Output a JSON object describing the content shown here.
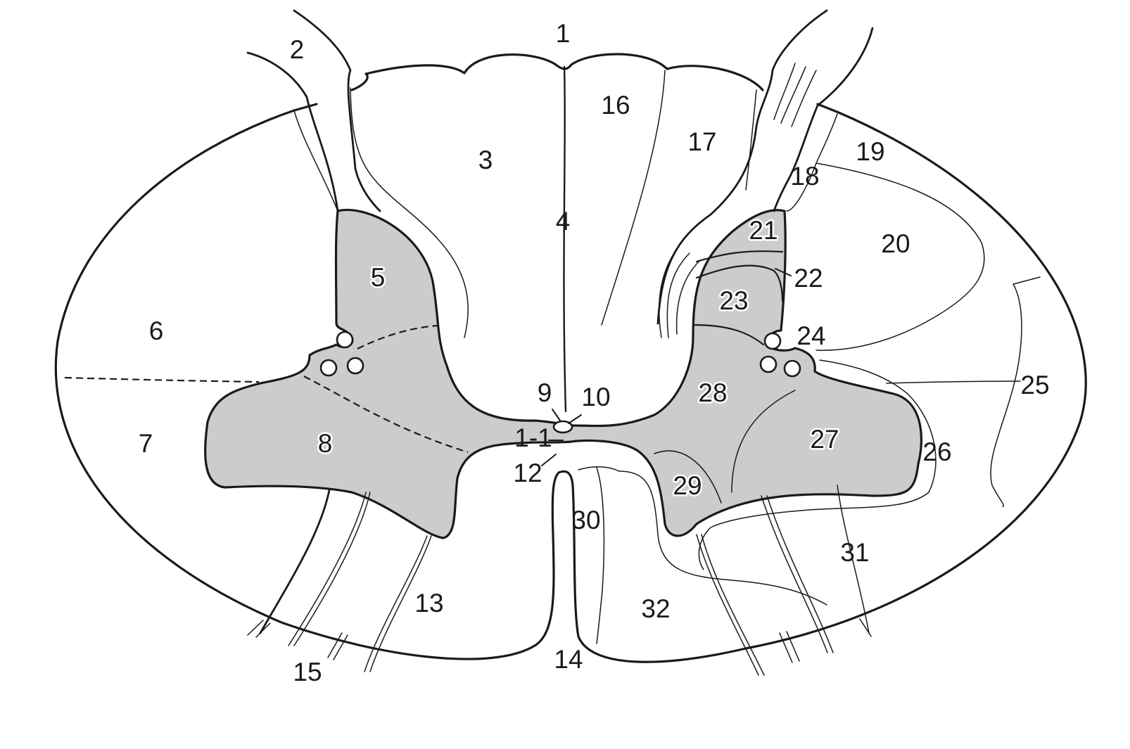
{
  "diagram": {
    "grey_matter_fill": "#cccccc",
    "line_color": "#1a1a1a",
    "background": "#ffffff",
    "labels": [
      "1",
      "2",
      "3",
      "4",
      "5",
      "6",
      "7",
      "8",
      "9",
      "10",
      "1-1",
      "12",
      "13",
      "14",
      "15",
      "16",
      "17",
      "18",
      "19",
      "20",
      "21",
      "22",
      "23",
      "24",
      "25",
      "26",
      "27",
      "28",
      "29",
      "30",
      "31",
      "32"
    ]
  }
}
